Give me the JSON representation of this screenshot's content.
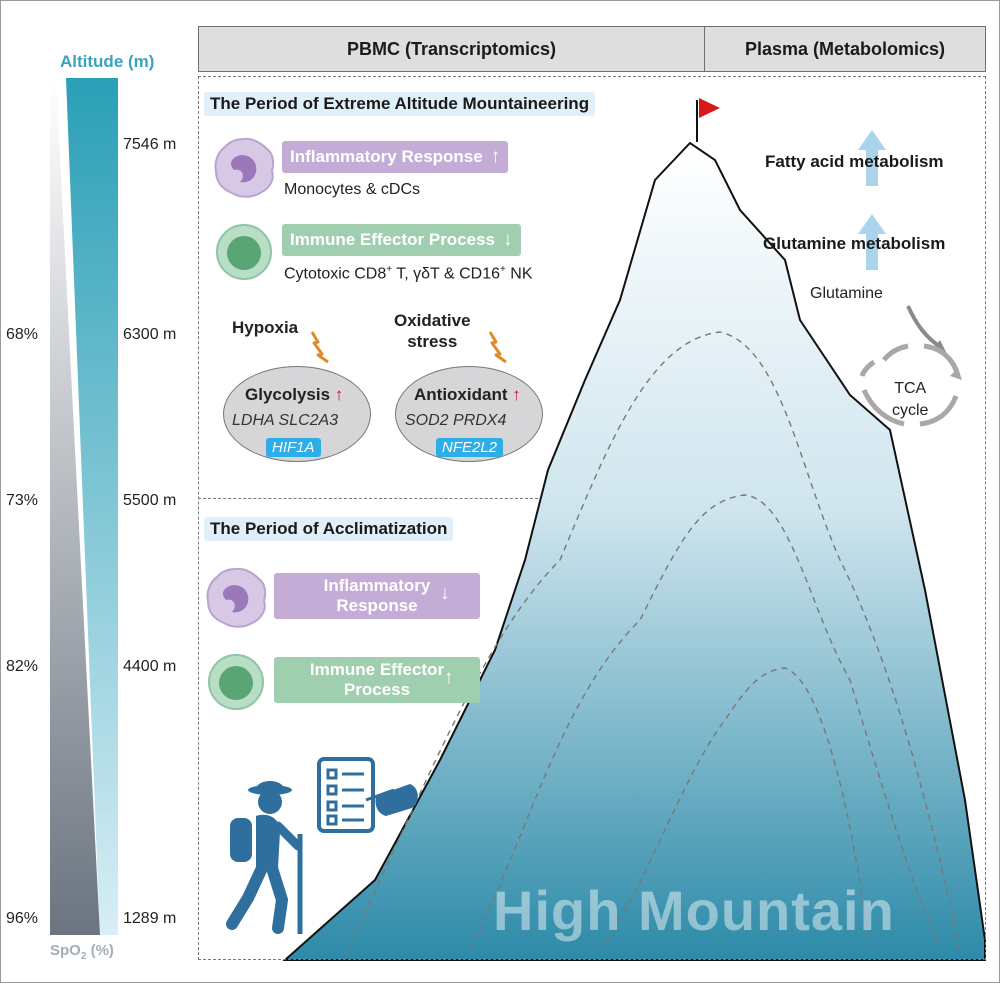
{
  "header": {
    "left_title": "PBMC (Transcriptomics)",
    "right_title": "Plasma (Metabolomics)"
  },
  "altitude_axis": {
    "title": "Altitude (m)",
    "ticks": [
      "7546 m",
      "6300 m",
      "5500 m",
      "4400 m",
      "1289 m"
    ]
  },
  "spo2_axis": {
    "title_main": "SpO",
    "title_sub": "2",
    "title_suffix": " (%)",
    "ticks": [
      "68%",
      "73%",
      "82%",
      "96%"
    ]
  },
  "extreme_period": {
    "title": "The Period of Extreme Altitude Mountaineering",
    "inflammatory": {
      "label": "Inflammatory Response",
      "arrow": "↑",
      "cells": "Monocytes & cDCs"
    },
    "immune": {
      "label": "Immune Effector Process",
      "arrow": "↓",
      "cells_a": "Cytotoxic CD8",
      "sup1": "+",
      "cells_b": " T, γδT & CD16",
      "sup2": "+",
      "cells_c": " NK"
    },
    "hypoxia": "Hypoxia",
    "oxidative_line1": "Oxidative",
    "oxidative_line2": "stress",
    "glycolysis": {
      "title": "Glycolysis",
      "genes": "LDHA  SLC2A3",
      "tf": "HIF1A"
    },
    "antioxidant": {
      "title": "Antioxidant",
      "genes": "SOD2  PRDX4",
      "tf": "NFE2L2"
    }
  },
  "acclimatization_period": {
    "title": "The Period of Acclimatization",
    "inflammatory_line1": "Inflammatory",
    "inflammatory_line2": "Response",
    "inflammatory_arrow": "↓",
    "immune_line1": "Immune Effector",
    "immune_line2": "Process",
    "immune_arrow": "↑"
  },
  "metabolomics": {
    "fatty_acid": "Fatty acid metabolism",
    "glutamine_metabolism": "Glutamine metabolism",
    "glutamine": "Glutamine",
    "tca_line1": "TCA",
    "tca_line2": "cycle"
  },
  "mountain_label": "High Mountain",
  "colors": {
    "altitude_top": "#2a9fb6",
    "mountain_base": "#2c8aa8",
    "spo2_bar": "#6b7480",
    "purple": "#c3add6",
    "green": "#9fcfae",
    "tf_blue": "#2eaee6",
    "flag": "#d7191c",
    "bolt": "#e08a2a",
    "arrow_up_blue": "#a9d4ec"
  },
  "icons": [
    "monocyte-cell-icon",
    "lymphocyte-cell-icon",
    "lightning-icon",
    "hiker-icon",
    "checklist-icon",
    "summit-flag-icon",
    "up-arrow-icon",
    "tca-cycle-icon"
  ]
}
